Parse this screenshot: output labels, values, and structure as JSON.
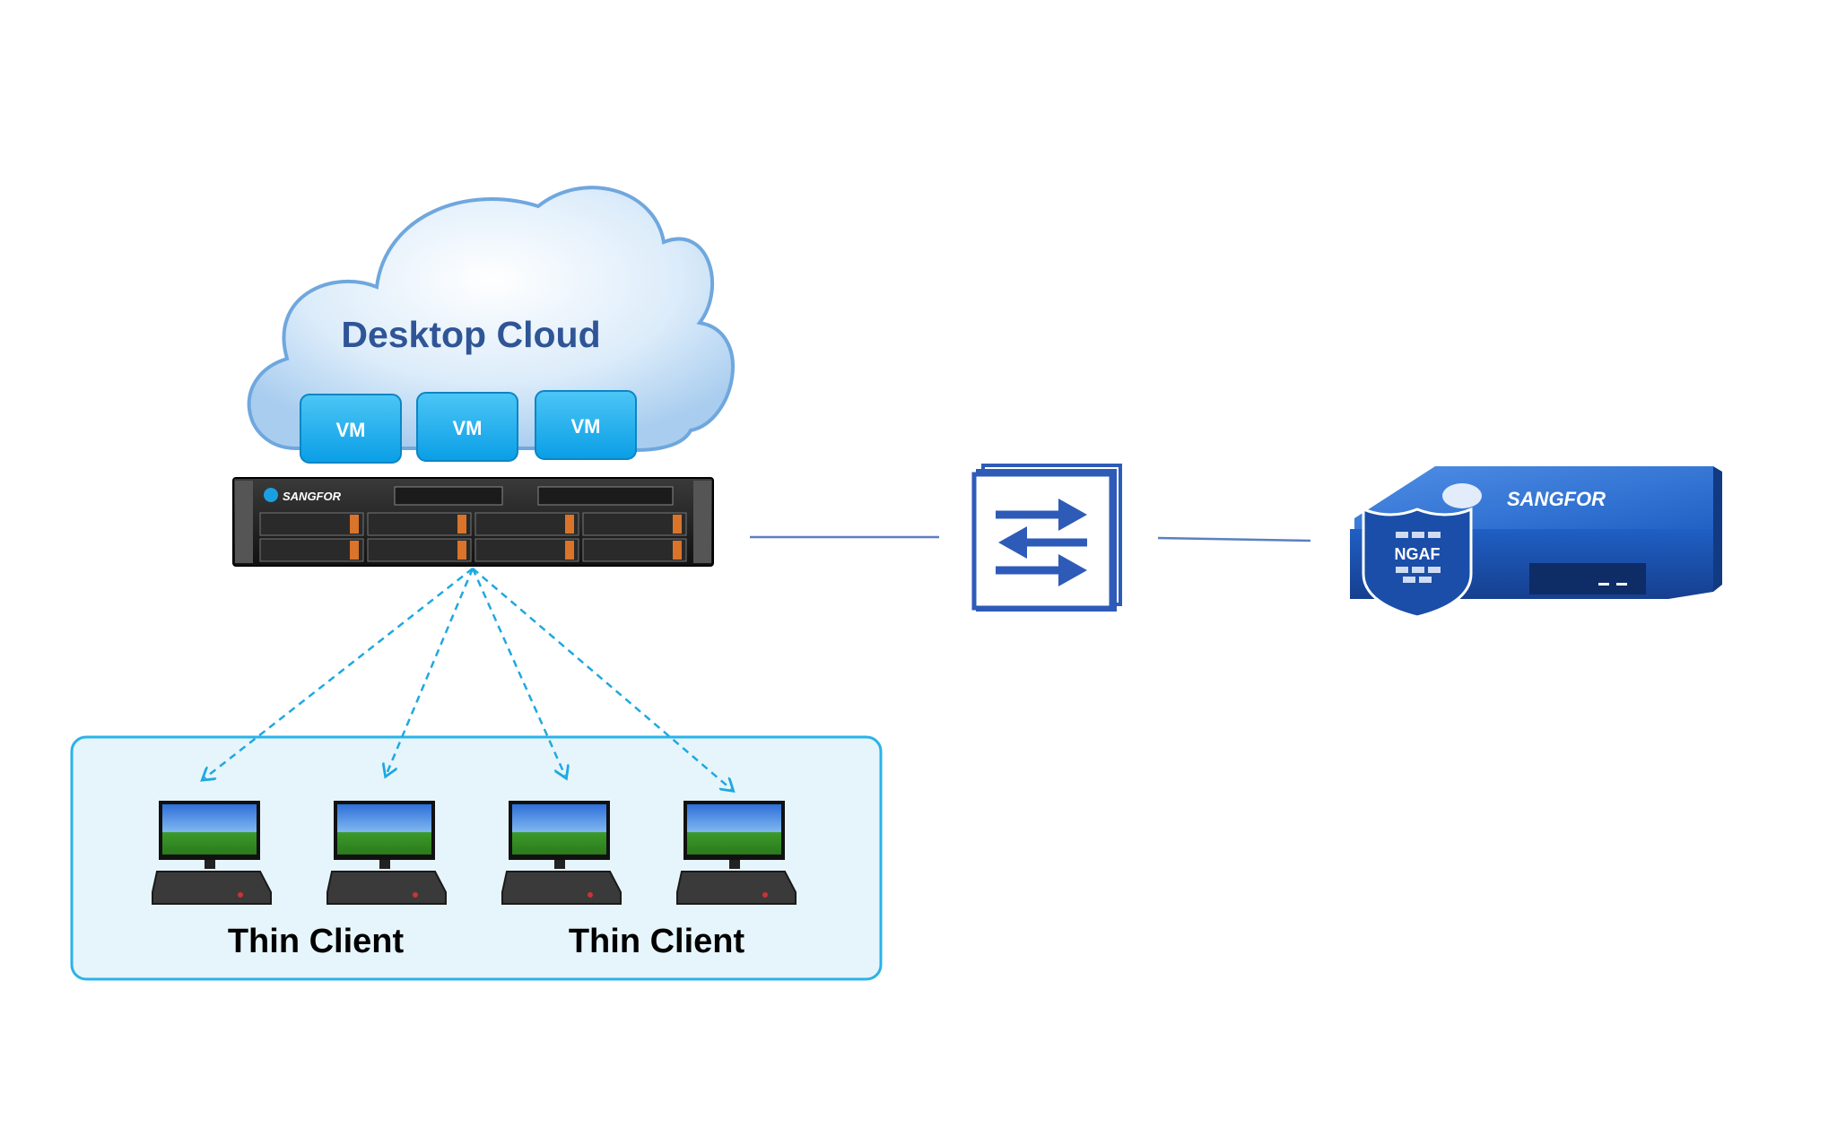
{
  "cloud": {
    "title": "Desktop Cloud",
    "vms": [
      {
        "label": "VM"
      },
      {
        "label": "VM"
      },
      {
        "label": "VM"
      }
    ]
  },
  "server": {
    "brand": "SANGFOR"
  },
  "switch": {
    "icon": "exchange-arrows-icon"
  },
  "firewall": {
    "brand": "SANGFOR",
    "badge": "NGAF"
  },
  "clients_panel": {
    "labels": [
      "Thin Client",
      "Thin Client"
    ],
    "count": 4
  },
  "colors": {
    "cloud_text": "#2f5597",
    "vm_fill": "#1aaef0",
    "dashed_arrow": "#1fa8e0",
    "panel_border": "#2ab3e8",
    "panel_fill": "#e6f5fb",
    "switch_blue": "#2e5bb8",
    "firewall_blue": "#1f5fc4",
    "connector": "#5b7fc1"
  }
}
